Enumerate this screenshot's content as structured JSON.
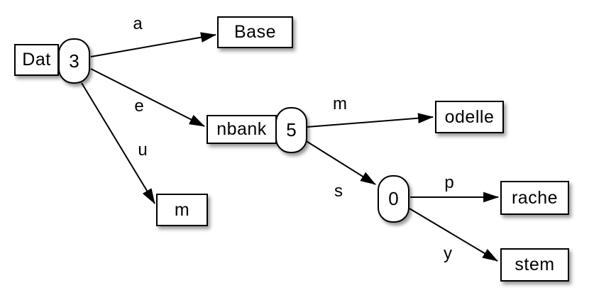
{
  "diagram_type": "radix-tree",
  "colors": {
    "background": "#ffffff",
    "node_fill": "#ffffff",
    "stroke": "#000000",
    "shadow": "rgba(0,0,0,0.40)"
  },
  "nodes": {
    "dat": {
      "label": "Dat",
      "count": "3"
    },
    "base": {
      "label": "Base"
    },
    "nbank": {
      "label": "nbank",
      "count": "5"
    },
    "odelle": {
      "label": "odelle"
    },
    "m": {
      "label": "m"
    },
    "zero": {
      "count": "0"
    },
    "rache": {
      "label": "rache"
    },
    "stem": {
      "label": "stem"
    }
  },
  "edges": [
    {
      "from": "dat",
      "to": "base",
      "label": "a"
    },
    {
      "from": "dat",
      "to": "nbank",
      "label": "e"
    },
    {
      "from": "dat",
      "to": "m",
      "label": "u"
    },
    {
      "from": "nbank",
      "to": "odelle",
      "label": "m"
    },
    {
      "from": "nbank",
      "to": "zero",
      "label": "s"
    },
    {
      "from": "zero",
      "to": "rache",
      "label": "p"
    },
    {
      "from": "zero",
      "to": "stem",
      "label": "y"
    }
  ]
}
